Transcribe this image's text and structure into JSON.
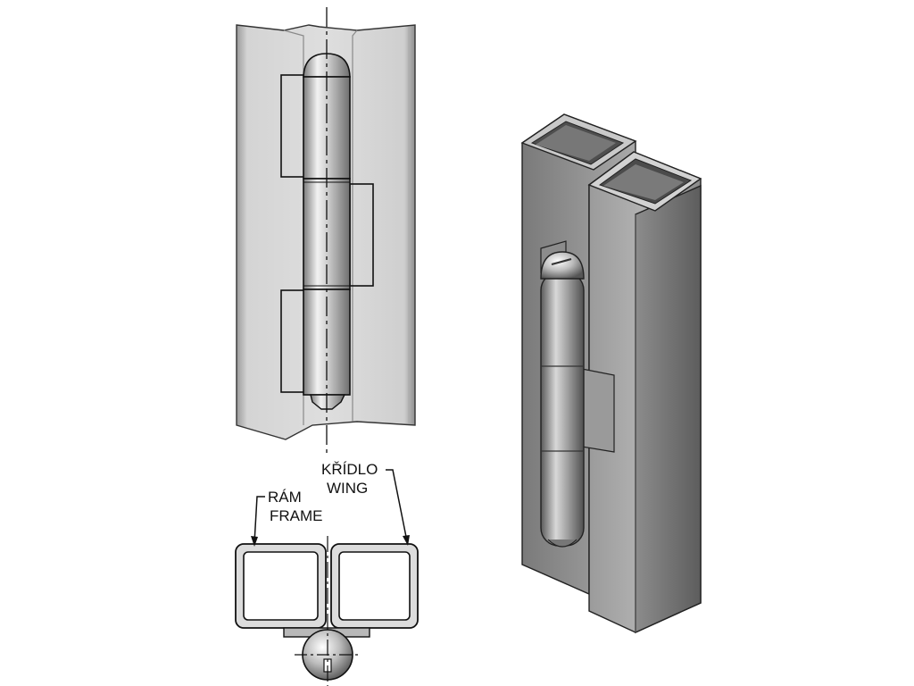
{
  "labels": {
    "frame_cz": "RÁM",
    "frame_en": "FRAME",
    "wing_cz": "KŘÍDLO",
    "wing_en": "WING"
  },
  "colors": {
    "steel_light": "#e6e6e6",
    "steel_mid": "#bdbdbd",
    "steel_dark": "#5e5e5e",
    "outline": "#111111",
    "background": "#ffffff"
  }
}
